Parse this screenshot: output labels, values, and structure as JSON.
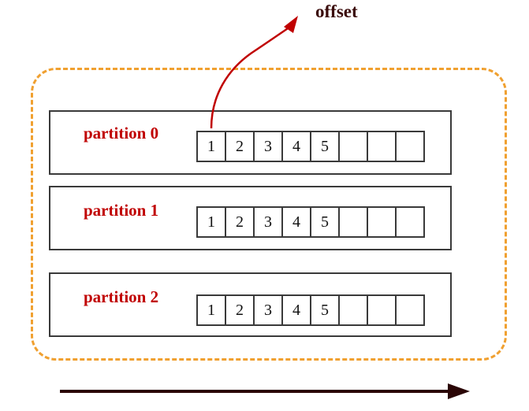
{
  "offset_label": "offset",
  "partitions": [
    {
      "label": "partition 0",
      "cells": [
        "1",
        "2",
        "3",
        "4",
        "5",
        "",
        "",
        ""
      ]
    },
    {
      "label": "partition 1",
      "cells": [
        "1",
        "2",
        "3",
        "4",
        "5",
        "",
        "",
        ""
      ]
    },
    {
      "label": "partition 2",
      "cells": [
        "1",
        "2",
        "3",
        "4",
        "5",
        "",
        "",
        ""
      ]
    }
  ],
  "colors": {
    "frame": "#f0a030",
    "label": "#c00000",
    "offset_arrow": "#c00000",
    "time_arrow": "#2a0505"
  }
}
